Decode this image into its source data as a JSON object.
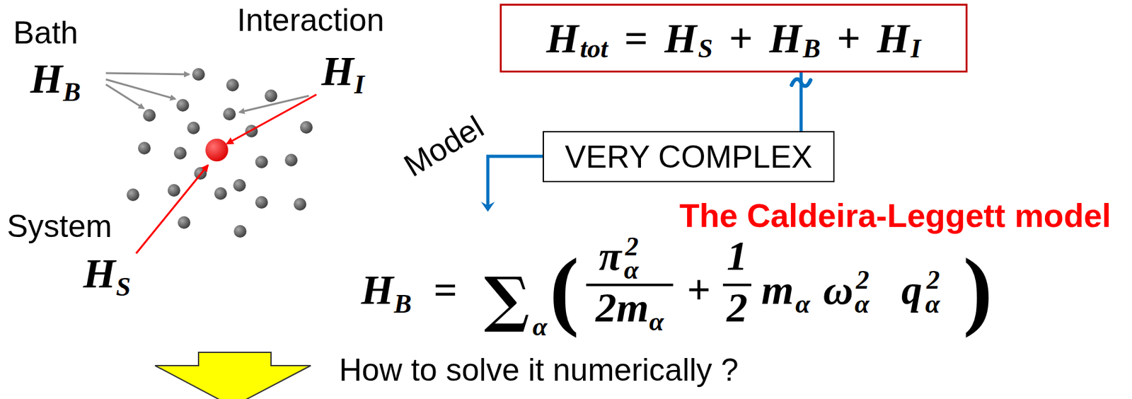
{
  "diagram": {
    "nodes": [
      {
        "text": [
          "H",
          "tot",
          "=",
          "H",
          "S",
          "+",
          "H",
          "B",
          "+",
          "H",
          "I"
        ]
      },
      {
        "text": [
          "VERY COMPLEX"
        ]
      }
    ],
    "edges": [
      {
        "from": 1,
        "to": 0,
        "arrow": "none"
      }
    ],
    "labels": [
      "Bath",
      "H",
      "B",
      "Interaction",
      "H",
      "I",
      "System",
      "H",
      "S",
      "Model",
      "The Caldeira-Leggett model",
      "H",
      "B",
      "=",
      "∑",
      "α",
      "(",
      "π",
      "α",
      "2",
      "2",
      "m",
      "α",
      "+",
      "1",
      "2",
      "m",
      "α",
      "ω",
      "α",
      "2",
      "q",
      "α",
      "2",
      ")",
      "How to solve it numerically ?"
    ]
  }
}
